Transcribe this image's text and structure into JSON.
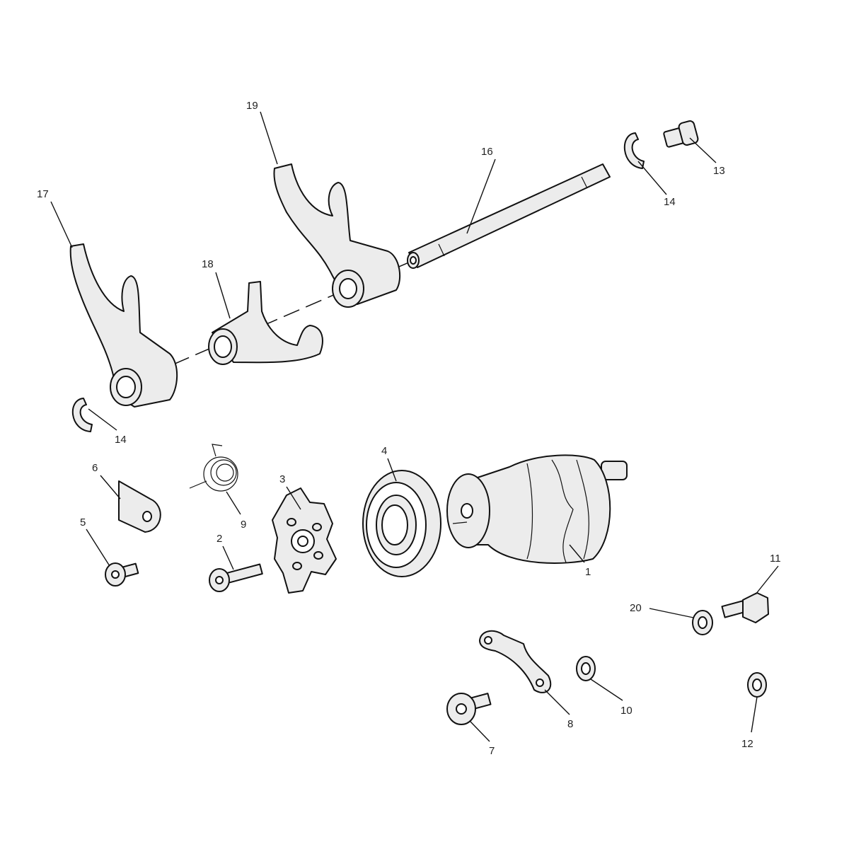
{
  "diagram": {
    "type": "exploded-parts-diagram",
    "callouts": [
      "19",
      "16",
      "13",
      "14",
      "17",
      "18",
      "14",
      "6",
      "4",
      "3",
      "9",
      "5",
      "2",
      "1",
      "11",
      "20",
      "10",
      "8",
      "7",
      "12"
    ]
  }
}
